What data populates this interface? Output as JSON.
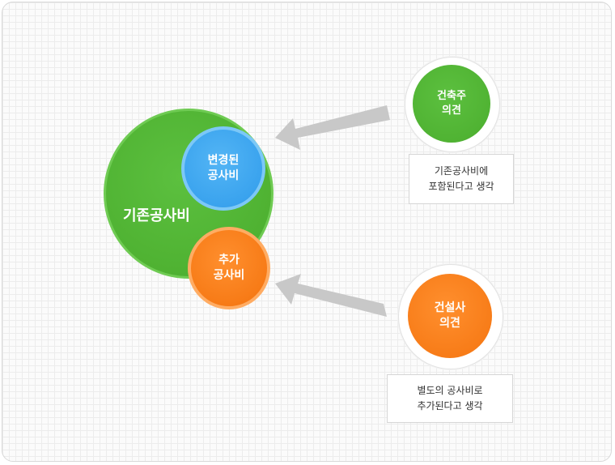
{
  "diagram": {
    "existing_cost": {
      "label": "기존공사비"
    },
    "changed_cost": {
      "line1": "변경된",
      "line2": "공사비"
    },
    "additional_cost": {
      "line1": "추가",
      "line2": "공사비"
    },
    "owner_opinion": {
      "circle": {
        "line1": "건축주",
        "line2": "의견"
      },
      "note": {
        "line1": "기존공사비에",
        "line2": "포함된다고 생각"
      }
    },
    "contractor_opinion": {
      "circle": {
        "line1": "건설사",
        "line2": "의견"
      },
      "note": {
        "line1": "별도의 공사비로",
        "line2": "추가된다고 생각"
      }
    },
    "colors": {
      "green": "#4fb232",
      "blue": "#3aa3ee",
      "orange": "#f77b17",
      "arrow": "#c8c8c8"
    }
  }
}
